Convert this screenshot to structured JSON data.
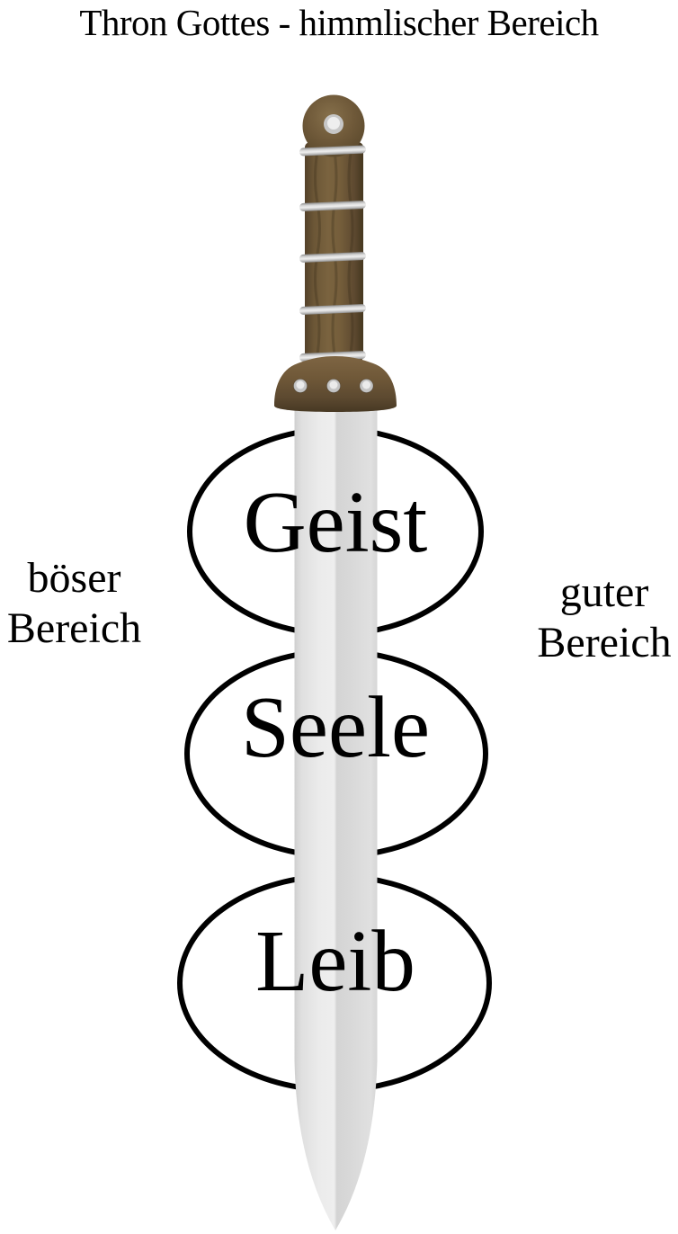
{
  "title": "Thron Gottes - himmlischer Bereich",
  "regions": {
    "left": {
      "line1": "böser",
      "line2": "Bereich"
    },
    "right": {
      "line1": "guter",
      "line2": "Bereich"
    }
  },
  "ovals": [
    {
      "label": "Geist"
    },
    {
      "label": "Seele"
    },
    {
      "label": "Leib"
    }
  ],
  "icons": {
    "sword": "sword-icon"
  },
  "colors": {
    "background": "#ffffff",
    "text": "#000000",
    "oval_stroke": "#000000",
    "handle_brown": "#6e5738",
    "metal_silver": "#d9d9d9",
    "blade_gray": "#e2e2e2"
  }
}
